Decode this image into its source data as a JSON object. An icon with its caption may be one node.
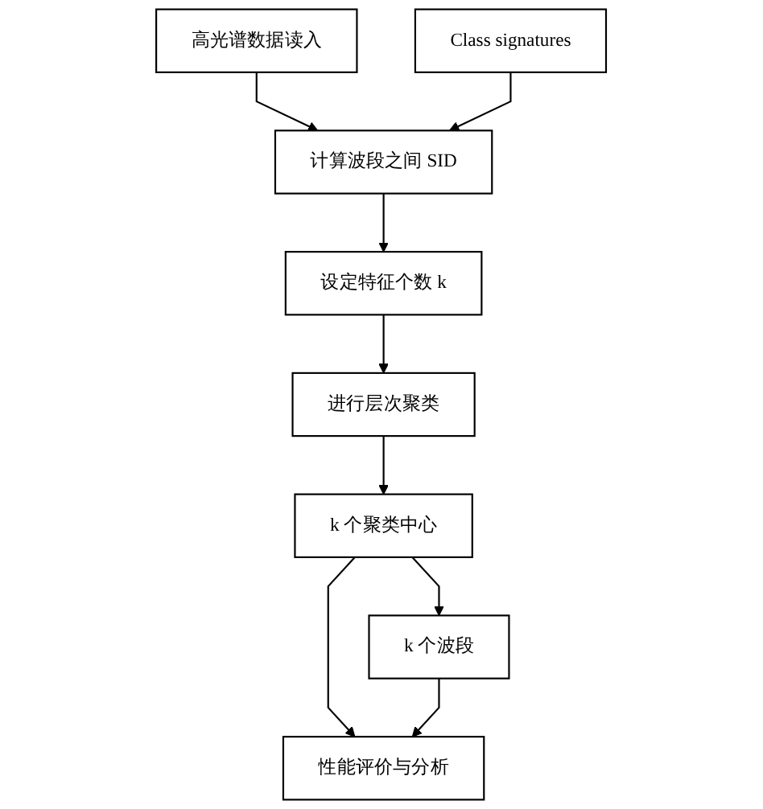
{
  "diagram": {
    "nodes": [
      {
        "text": [
          "高光谱数据读入"
        ]
      },
      {
        "text": [
          "计算波段之间 SID"
        ]
      },
      {
        "text": [
          "Class signatures"
        ]
      },
      {
        "text": [
          "设定特征个数 k"
        ]
      },
      {
        "text": [
          "进行层次聚类"
        ]
      },
      {
        "text": [
          "k 个聚类中心"
        ]
      },
      {
        "text": [
          "k 个波段"
        ]
      },
      {
        "text": [
          "性能评价与分析"
        ]
      }
    ],
    "edges": [
      {
        "from": 0,
        "to": 1,
        "arrow": "to"
      },
      {
        "from": 2,
        "to": 1,
        "arrow": "to"
      },
      {
        "from": 1,
        "to": 3,
        "arrow": "to"
      },
      {
        "from": 3,
        "to": 4,
        "arrow": "to"
      },
      {
        "from": 4,
        "to": 5,
        "arrow": "to"
      },
      {
        "from": 5,
        "to": 6,
        "arrow": "to"
      },
      {
        "from": 5,
        "to": 7,
        "arrow": "to"
      },
      {
        "from": 6,
        "to": 7,
        "arrow": "to"
      }
    ]
  }
}
